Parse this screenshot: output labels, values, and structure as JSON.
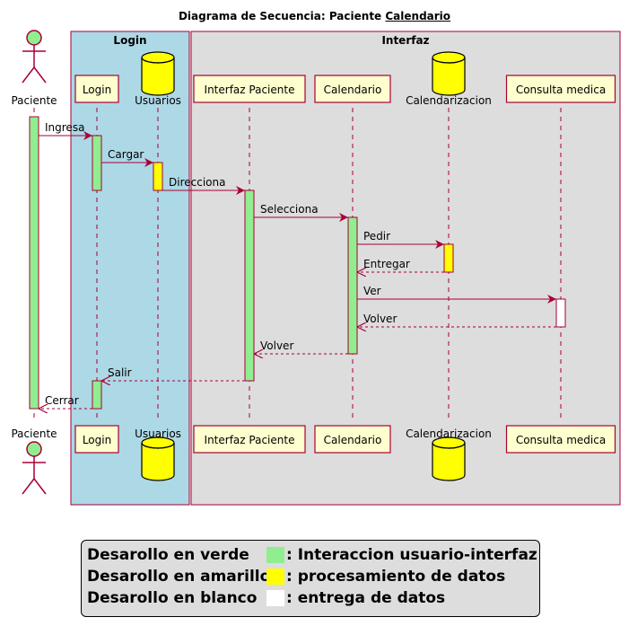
{
  "title": {
    "prefix": "Diagrama de Secuencia: Paciente ",
    "underlined": "Calendario"
  },
  "groups": [
    {
      "label": "Login",
      "color": "#add8e6"
    },
    {
      "label": "Interfaz",
      "color": "#dddddd"
    }
  ],
  "participants": [
    {
      "id": "paciente",
      "label": "Paciente",
      "kind": "actor",
      "color": "#90ee90"
    },
    {
      "id": "login",
      "label": "Login",
      "kind": "participant",
      "color": "#fefece"
    },
    {
      "id": "usuarios",
      "label": "Usuarios",
      "kind": "database",
      "color": "#ffff00"
    },
    {
      "id": "interfaz",
      "label": "Interfaz Paciente",
      "kind": "participant",
      "color": "#fefece"
    },
    {
      "id": "calendario",
      "label": "Calendario",
      "kind": "participant",
      "color": "#fefece"
    },
    {
      "id": "calendarizacion",
      "label": "Calendarizacion",
      "kind": "database",
      "color": "#ffff00"
    },
    {
      "id": "consulta",
      "label": "Consulta medica",
      "kind": "participant",
      "color": "#fefece"
    }
  ],
  "messages": [
    {
      "from": "paciente",
      "to": "login",
      "label": "Ingresa",
      "style": "solid"
    },
    {
      "from": "login",
      "to": "usuarios",
      "label": "Cargar",
      "style": "solid"
    },
    {
      "from": "usuarios",
      "to": "interfaz",
      "label": "Direcciona",
      "style": "solid"
    },
    {
      "from": "interfaz",
      "to": "calendario",
      "label": "Selecciona",
      "style": "solid"
    },
    {
      "from": "calendario",
      "to": "calendarizacion",
      "label": "Pedir",
      "style": "solid"
    },
    {
      "from": "calendarizacion",
      "to": "calendario",
      "label": "Entregar",
      "style": "dashed"
    },
    {
      "from": "calendario",
      "to": "consulta",
      "label": "Ver",
      "style": "solid"
    },
    {
      "from": "consulta",
      "to": "calendario",
      "label": "Volver",
      "style": "dashed"
    },
    {
      "from": "calendario",
      "to": "interfaz",
      "label": "Volver",
      "style": "dashed"
    },
    {
      "from": "interfaz",
      "to": "login",
      "label": "Salir",
      "style": "dashed"
    },
    {
      "from": "login",
      "to": "paciente",
      "label": "Cerrar",
      "style": "dashed"
    }
  ],
  "activations": [
    {
      "participant": "paciente",
      "color": "#90ee90"
    },
    {
      "participant": "login",
      "color": "#90ee90"
    },
    {
      "participant": "usuarios",
      "color": "#ffff00"
    },
    {
      "participant": "interfaz",
      "color": "#90ee90"
    },
    {
      "participant": "calendario",
      "color": "#90ee90"
    },
    {
      "participant": "calendarizacion",
      "color": "#ffff00"
    },
    {
      "participant": "consulta",
      "color": "#ffffff"
    },
    {
      "participant": "login",
      "color": "#90ee90"
    }
  ],
  "legend": [
    {
      "name": "Desarollo en verde",
      "color": "#90ee90",
      "desc": ": Interaccion usuario-interfaz"
    },
    {
      "name": "Desarollo en amarillo",
      "color": "#ffff00",
      "desc": ": procesamiento de datos"
    },
    {
      "name": "Desarollo en blanco",
      "color": "#ffffff",
      "desc": ": entrega de datos"
    }
  ],
  "arrow_color": "#a80036"
}
